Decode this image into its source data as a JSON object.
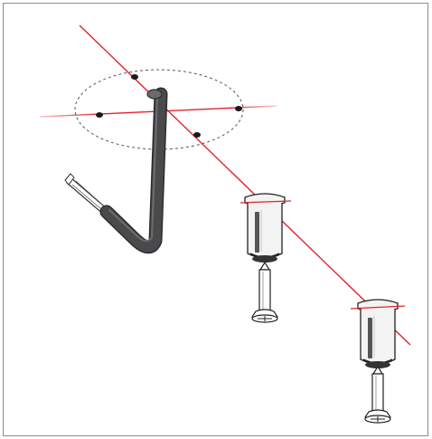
{
  "diagram": {
    "kind": "installation-illustration",
    "colors": {
      "laser_line": "#e3222b",
      "drill_bit": "#4a4a4c",
      "drill_bit_outline": "#2d2d2f",
      "target_mark": "#1a1a1a",
      "dashed_ellipse": "#555555",
      "anchor_fill": "#f3f3f3",
      "anchor_outline": "#222222",
      "frame_border": "#8c8c8c"
    },
    "icons": {
      "tool": "hex-drill-bit-icon",
      "anchor": "wall-plug-anchor-icon",
      "fastener": "screw-icon"
    },
    "anchor_count": 2,
    "target_mark_count": 4
  }
}
